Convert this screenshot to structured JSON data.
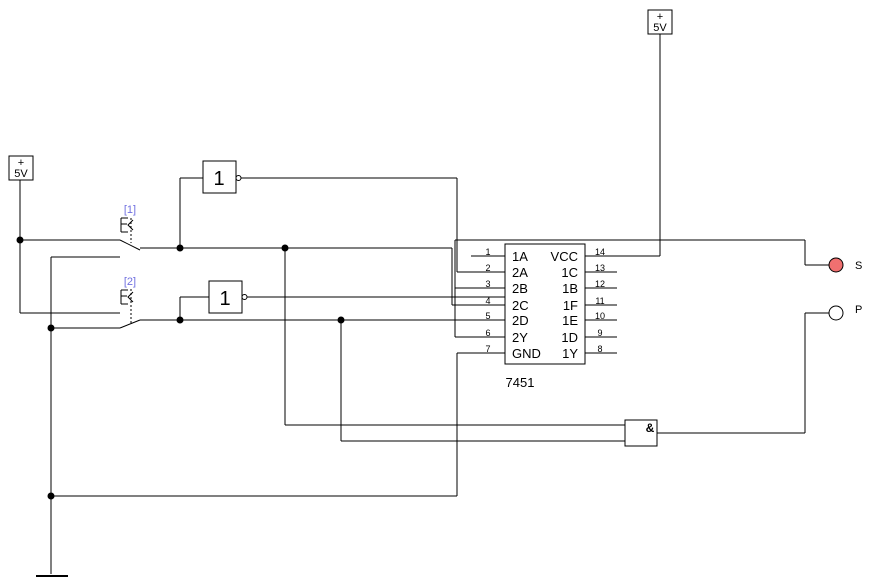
{
  "supplies": {
    "left": {
      "symbol": "+",
      "label": "5V"
    },
    "top": {
      "symbol": "+",
      "label": "5V"
    }
  },
  "switches": [
    {
      "label": "[1]"
    },
    {
      "label": "[2]"
    }
  ],
  "gates": {
    "inverter_top": "1",
    "inverter_bottom": "1",
    "and_gate": "&"
  },
  "chip": {
    "name": "7451",
    "left_pins": [
      {
        "num": "1",
        "name": "1A"
      },
      {
        "num": "2",
        "name": "2A"
      },
      {
        "num": "3",
        "name": "2B"
      },
      {
        "num": "4",
        "name": "2C"
      },
      {
        "num": "5",
        "name": "2D"
      },
      {
        "num": "6",
        "name": "2Y"
      },
      {
        "num": "7",
        "name": "GND"
      }
    ],
    "right_pins": [
      {
        "num": "14",
        "name": "VCC"
      },
      {
        "num": "13",
        "name": "1C"
      },
      {
        "num": "12",
        "name": "1B"
      },
      {
        "num": "11",
        "name": "1F"
      },
      {
        "num": "10",
        "name": "1E"
      },
      {
        "num": "9",
        "name": "1D"
      },
      {
        "num": "8",
        "name": "1Y"
      }
    ]
  },
  "outputs": [
    {
      "label": "S",
      "state": "on",
      "color": "#f07070"
    },
    {
      "label": "P",
      "state": "off",
      "color": "#ffffff"
    }
  ]
}
